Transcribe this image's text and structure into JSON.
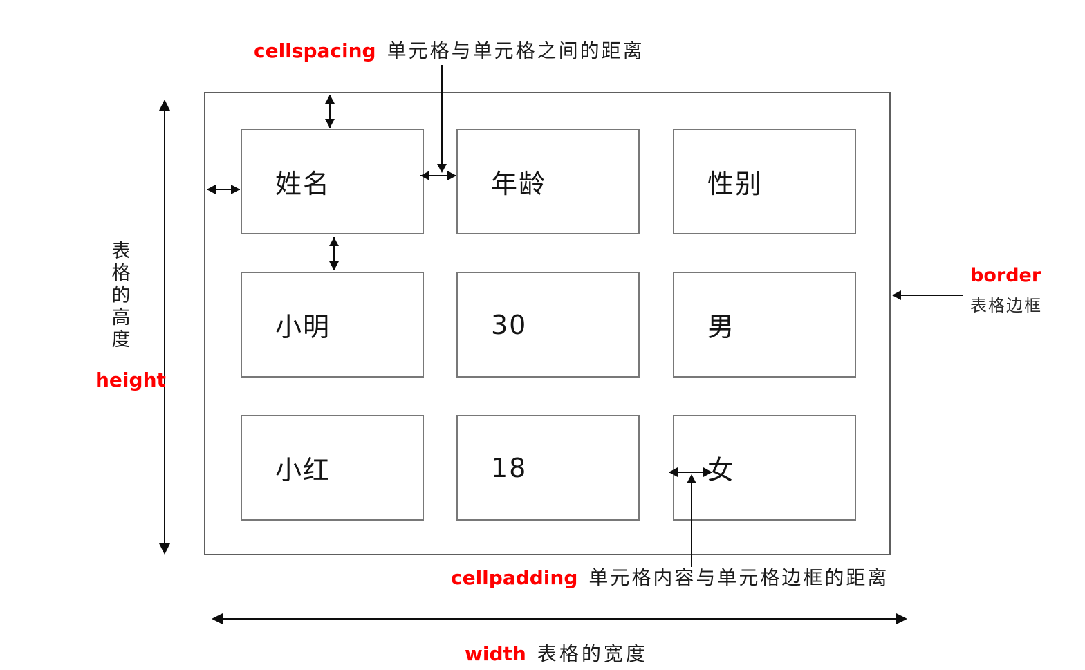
{
  "colors": {
    "background": "#ffffff",
    "accent_red": "#fe0000",
    "text_black": "#1c1c1c",
    "arrow_black": "#0d0d0d",
    "table_border": "#5e5e5e",
    "cell_border": "#787878"
  },
  "annotations": {
    "cellspacing": {
      "keyword": "cellspacing",
      "description": "单元格与单元格之间的距离"
    },
    "cellpadding": {
      "keyword": "cellpadding",
      "description": "单元格内容与单元格边框的距离"
    },
    "border": {
      "keyword": "border",
      "description": "表格边框"
    },
    "height": {
      "keyword": "height",
      "description": "表格的高度"
    },
    "width": {
      "keyword": "width",
      "description": "表格的宽度"
    }
  },
  "table": {
    "headers": [
      "姓名",
      "年龄",
      "性别"
    ],
    "rows": [
      [
        "小明",
        "30",
        "男"
      ],
      [
        "小红",
        "18",
        "女"
      ]
    ]
  }
}
